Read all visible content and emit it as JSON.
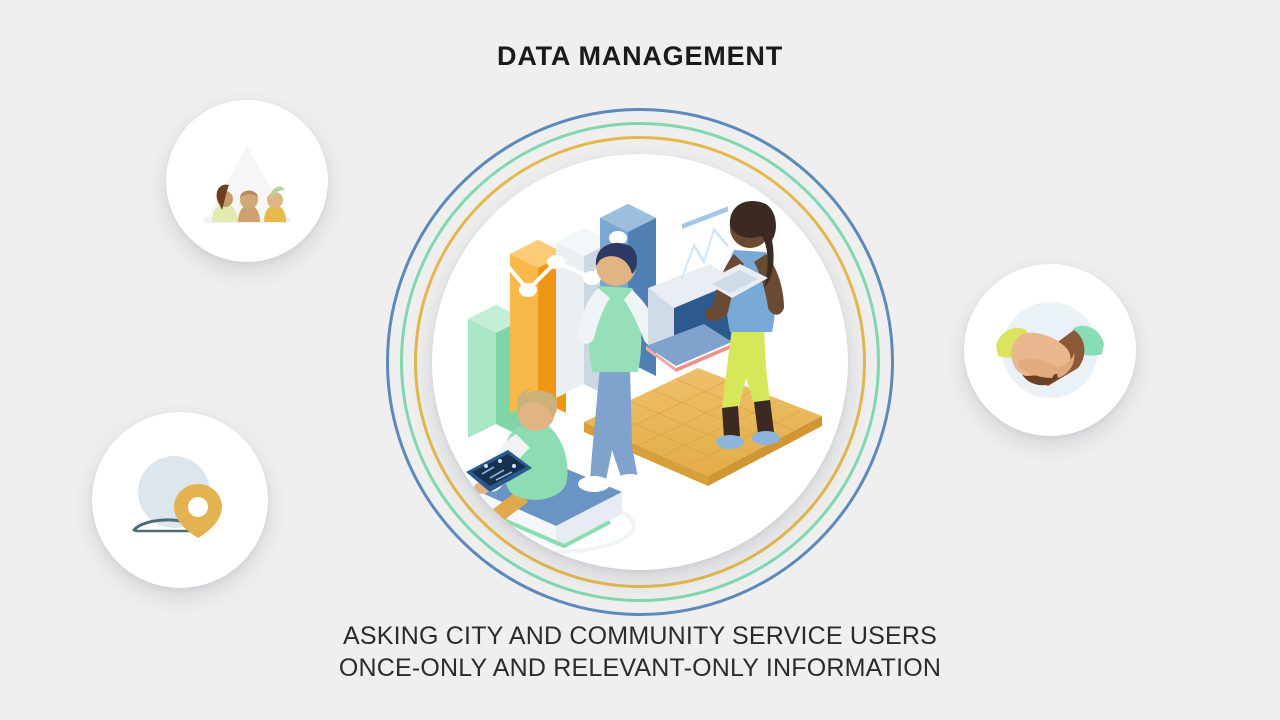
{
  "page": {
    "background_color": "#efefef",
    "title": "DATA MANAGEMENT"
  },
  "caption": {
    "line1": "ASKING CITY AND COMMUNITY SERVICE USERS",
    "line2": "ONCE-ONLY AND RELEVANT-ONLY INFORMATION"
  },
  "rings": [
    {
      "name": "outer-ring",
      "color": "#5d8ab9",
      "label": "blue"
    },
    {
      "name": "middle-ring",
      "color": "#81d8ae",
      "label": "green"
    },
    {
      "name": "inner-ring",
      "color": "#e3b94f",
      "label": "yellow"
    }
  ],
  "center_illustration": {
    "name": "data-management-illustration",
    "description": "Isometric scene of people analysing charts",
    "bars": [
      {
        "color": "#8ddcb2",
        "height": 96,
        "label": "green-bar"
      },
      {
        "color": "#f3a01e",
        "height": 168,
        "label": "orange-bar"
      },
      {
        "color": "#dde5ea",
        "height": 140,
        "label": "grey-bar"
      },
      {
        "color": "#5b8dbe",
        "height": 176,
        "label": "blue-bar"
      }
    ],
    "platform_color": "#e9b košt",
    "figures": [
      {
        "name": "seated-analyst",
        "shirt": "#8ddcb2",
        "pants": "#e0a94d",
        "device": "tablet"
      },
      {
        "name": "standing-presenter",
        "vest": "#96e0b9",
        "pants": "#7fa3cc",
        "hair": "#2c3a63"
      },
      {
        "name": "standing-woman",
        "top": "#79a9d6",
        "pants": "#d6e85a",
        "hair": "#3b2a22"
      }
    ],
    "screen": {
      "name": "dashboard-screen",
      "bg": "#2d5a8e"
    }
  },
  "satellites": [
    {
      "name": "community-icon",
      "icon": "people-group-icon",
      "position": "top-left",
      "accent_colors": [
        "#cfd08a",
        "#c79a6c",
        "#e2b24b"
      ]
    },
    {
      "name": "location-icon",
      "icon": "map-pin-icon",
      "position": "bottom-left",
      "accent_colors": [
        "#dde6ec",
        "#e3b352"
      ]
    },
    {
      "name": "partnership-icon",
      "icon": "handshake-icon",
      "position": "right",
      "accent_colors": [
        "#dbe45e",
        "#86dfb4",
        "#e8b98f",
        "#8a5a38"
      ]
    }
  ]
}
